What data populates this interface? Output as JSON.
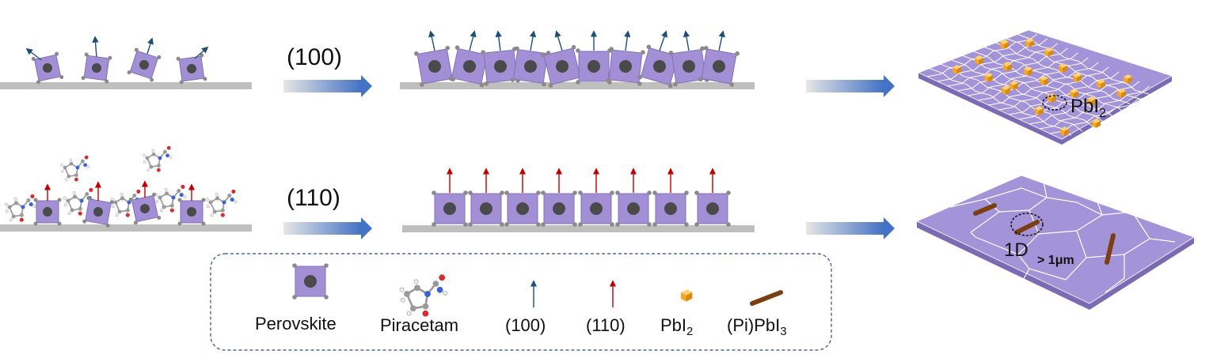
{
  "rows": [
    {
      "orientation_label": "(100)"
    },
    {
      "orientation_label": "(110)"
    }
  ],
  "film_labels": {
    "pbi2_base": "PbI",
    "pbi2_sub": "2",
    "one_d": "1D",
    "length": "> 1μm"
  },
  "legend": {
    "perovskite": "Perovskite",
    "piracetam": "Piracetam",
    "arrow_100": "(100)",
    "arrow_110": "(110)",
    "pbi2_base": "PbI",
    "pbi2_sub": "2",
    "pipbi3_base": "(Pi)PbI",
    "pipbi3_sub": "3"
  },
  "colors": {
    "perovskite_fill": "#a38fd6",
    "perovskite_core": "#4a4a4a",
    "arrow_100": "#1f4e79",
    "arrow_110": "#c00000",
    "pbi2": "#f5a623",
    "pipbi3": "#7b3f12",
    "substrate": "#bfbfbf",
    "film": "#9f8fd4",
    "process_arrow": "#4472c4"
  }
}
